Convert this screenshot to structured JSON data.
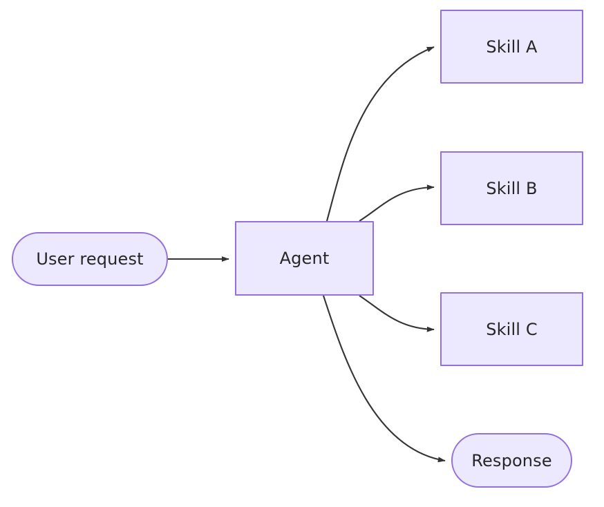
{
  "diagram": {
    "title": "Agent skill routing flowchart",
    "background_color": "#ffffff",
    "node_fill_color": "#ece8fd",
    "node_border_color": "#9370db",
    "node_text_color": "#262626",
    "edge_color": "#333333",
    "nodes": [
      {
        "id": "user_request",
        "label": "User request",
        "shape": "stadium"
      },
      {
        "id": "agent",
        "label": "Agent",
        "shape": "rectangle"
      },
      {
        "id": "skill_a",
        "label": "Skill A",
        "shape": "rectangle"
      },
      {
        "id": "skill_b",
        "label": "Skill B",
        "shape": "rectangle"
      },
      {
        "id": "skill_c",
        "label": "Skill C",
        "shape": "rectangle"
      },
      {
        "id": "response",
        "label": "Response",
        "shape": "stadium"
      }
    ],
    "edges": [
      {
        "id": "e1",
        "from": "user_request",
        "to": "agent",
        "label": "",
        "style": "straight-arrow"
      },
      {
        "id": "e2",
        "from": "agent",
        "to": "skill_a",
        "label": "",
        "style": "curved-arrow"
      },
      {
        "id": "e3",
        "from": "agent",
        "to": "skill_b",
        "label": "",
        "style": "curved-arrow"
      },
      {
        "id": "e4",
        "from": "agent",
        "to": "skill_c",
        "label": "",
        "style": "curved-arrow"
      },
      {
        "id": "e5",
        "from": "agent",
        "to": "response",
        "label": "",
        "style": "curved-arrow"
      }
    ]
  }
}
